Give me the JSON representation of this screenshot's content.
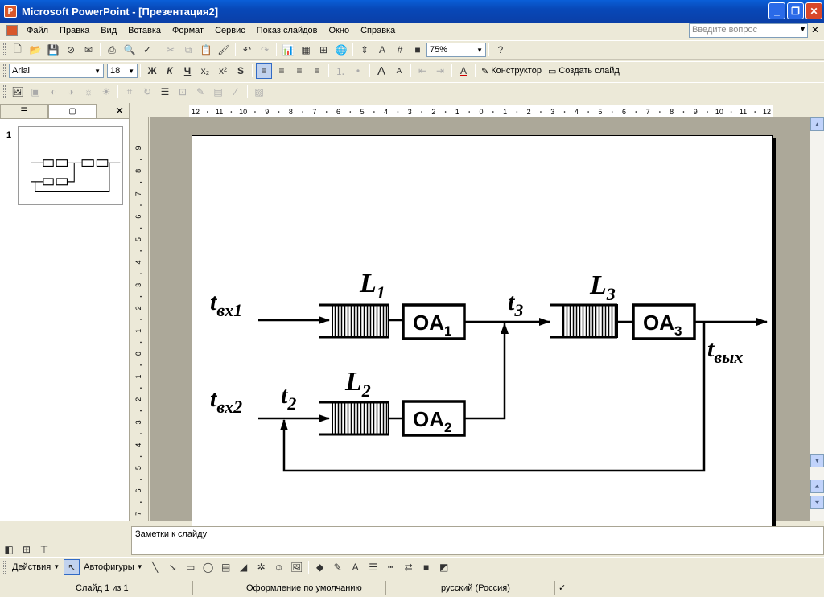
{
  "window": {
    "title": "Microsoft PowerPoint - [Презентация2]"
  },
  "menu": [
    "Файл",
    "Правка",
    "Вид",
    "Вставка",
    "Формат",
    "Сервис",
    "Показ слайдов",
    "Окно",
    "Справка"
  ],
  "help_box": {
    "placeholder": "Введите вопрос"
  },
  "toolbar": {
    "zoom": "75%",
    "font": "Arial",
    "size": "18",
    "designer": "Конструктор",
    "new_slide": "Создать слайд"
  },
  "format_buttons": {
    "bold": "Ж",
    "italic": "К",
    "underline": "Ч",
    "shadow": "S"
  },
  "slides_pane": {
    "slide_number": "1"
  },
  "diagram": {
    "labels": {
      "t_in1_main": "t",
      "t_in1_sub": "вх1",
      "t_in2_main": "t",
      "t_in2_sub": "вх2",
      "t2_main": "t",
      "t2_sub": "2",
      "t3_main": "t",
      "t3_sub": "3",
      "t_out_main": "t",
      "t_out_sub": "вых",
      "l1_main": "L",
      "l1_sub": "1",
      "l2_main": "L",
      "l2_sub": "2",
      "l3_main": "L",
      "l3_sub": "3",
      "oa1_main": "OA",
      "oa1_sub": "1",
      "oa2_main": "OA",
      "oa2_sub": "2",
      "oa3_main": "OA",
      "oa3_sub": "3"
    }
  },
  "notes": {
    "placeholder": "Заметки к слайду"
  },
  "drawing_toolbar": {
    "actions": "Действия",
    "autoshapes": "Автофигуры"
  },
  "status": {
    "slide": "Слайд 1 из 1",
    "design": "Оформление по умолчанию",
    "language": "русский (Россия)"
  },
  "rulers": {
    "horizontal": [
      "12",
      "11",
      "10",
      "9",
      "8",
      "7",
      "6",
      "5",
      "4",
      "3",
      "2",
      "1",
      "0",
      "1",
      "2",
      "3",
      "4",
      "5",
      "6",
      "7",
      "8",
      "9",
      "10",
      "11",
      "12"
    ],
    "vertical": [
      "9",
      "8",
      "7",
      "6",
      "5",
      "4",
      "3",
      "2",
      "1",
      "0",
      "1",
      "2",
      "3",
      "4",
      "5",
      "6",
      "7"
    ]
  }
}
